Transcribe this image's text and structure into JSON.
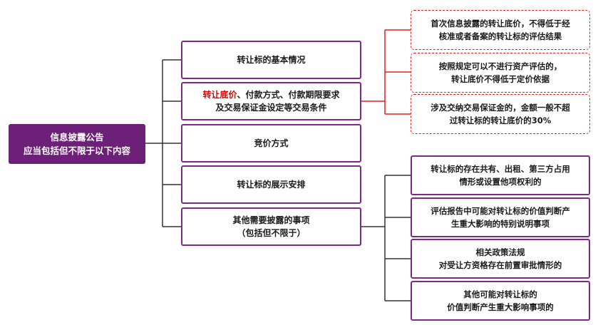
{
  "root": {
    "line1": "信息披露公告",
    "line2": "应当包括但不限于以下内容"
  },
  "items": [
    {
      "line1": "转让标的基本情况"
    },
    {
      "highlight": "转让底价",
      "line1_rest": "、付款方式、付款期限要求",
      "line2": "及交易保证金设定等交易条件"
    },
    {
      "line1": "竞价方式"
    },
    {
      "line1": "转让标的展示安排"
    },
    {
      "line1": "其他需要披露的事项",
      "line2": "（包括但不限于）"
    }
  ],
  "price_notes": [
    {
      "line1": "首次信息披露的转让底价，不得低于经",
      "line2": "核准或者备案的转让标的评估结果"
    },
    {
      "line1": "按照规定可以不进行资产评估的，",
      "line2": "转让底价不得低于定价依据"
    },
    {
      "line1": "涉及交纳交易保证金的，金额一般不超",
      "line2": "过转让标的转让底价的30%"
    }
  ],
  "other_items": [
    {
      "line1": "转让标的存在共有、出租、第三方占用",
      "line2": "情形或设置他项权利的"
    },
    {
      "line1": "评估报告中可能对转让标的价值判断产",
      "line2": "生重大影响的特别说明事项"
    },
    {
      "line1": "相关政策法规",
      "line2": "对受让方资格存在前置审批情形的"
    },
    {
      "line1": "其他可能对转让标的",
      "line2": "价值判断产生重大影响事项的"
    }
  ],
  "colors": {
    "root_fill": "#6d2077",
    "box_border": "#7b2a86",
    "highlight_text": "#e00000",
    "dashed_border": "#e02020",
    "connector": "#333333",
    "red_connector": "#e02020"
  }
}
